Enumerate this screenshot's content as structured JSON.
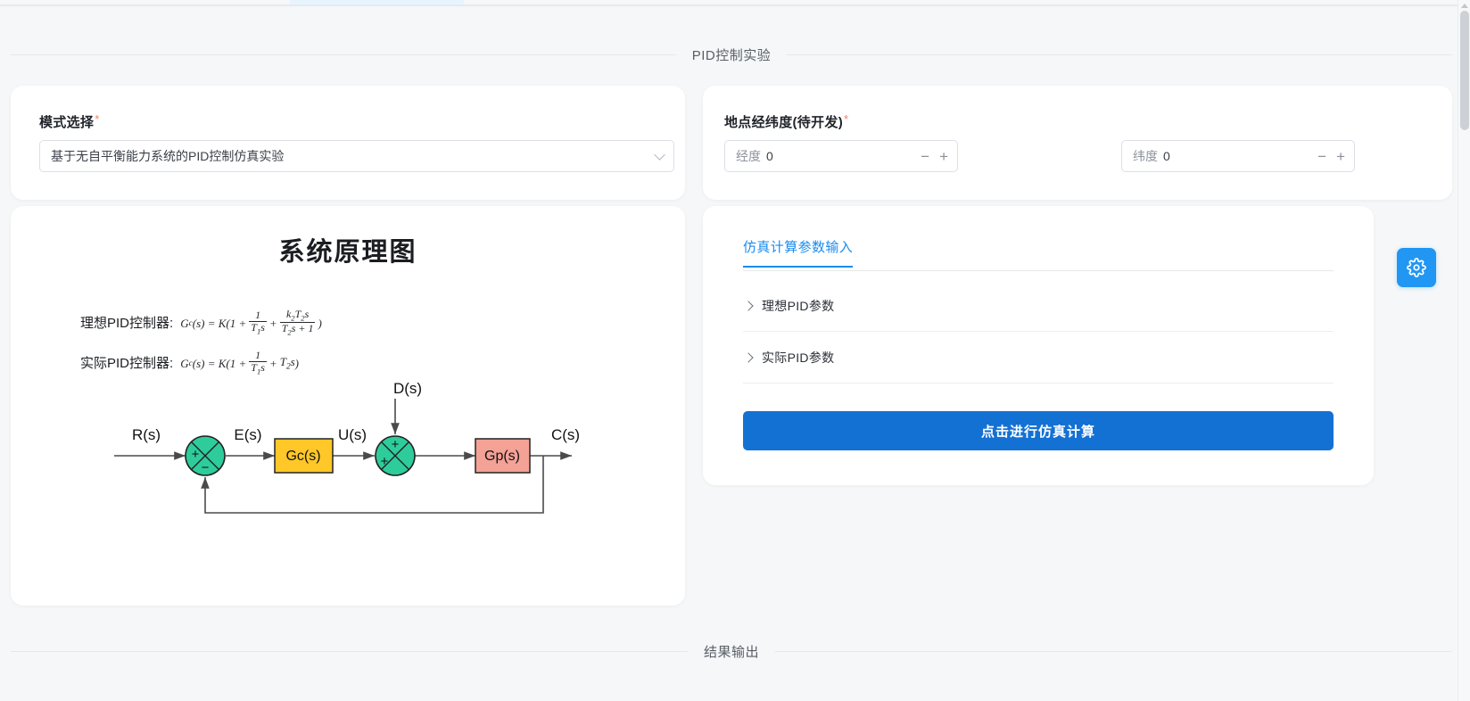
{
  "header": {
    "section_title": "PID控制实验",
    "result_divider": "结果输出"
  },
  "mode_card": {
    "label": "模式选择",
    "required_mark": "*",
    "select_value": "基于无自平衡能力系统的PID控制仿真实验",
    "chevron_icon": "chevron-down-icon"
  },
  "geo_card": {
    "label": "地点经纬度(待开发)",
    "required_mark": "*",
    "longitude": {
      "placeholder": "经度",
      "value": "0",
      "minus": "−",
      "plus": "+"
    },
    "latitude": {
      "placeholder": "纬度",
      "value": "0",
      "minus": "−",
      "plus": "+"
    }
  },
  "diagram_card": {
    "title": "系统原理图",
    "ideal_label": "理想PID控制器:",
    "real_label": "实际PID控制器:",
    "ideal_formula": {
      "lhs": "G",
      "lhs_sub": "c",
      "lhs_arg": "(s) = K(1 +",
      "t1": "T",
      "t1_sub": "1",
      "t1_s": "s",
      "one": "1",
      "plus": "+",
      "num_k": "k",
      "num_k_sub": "2",
      "num_T": "T",
      "num_T_sub": "2",
      "num_s": "s",
      "den_T": "T",
      "den_T_sub": "2",
      "den_s": "s + 1",
      "close": ")"
    },
    "real_formula": {
      "lhs": "G",
      "lhs_sub": "c",
      "lhs_arg": "(s) = K(1 +",
      "one": "1",
      "t1": "T",
      "t1_sub": "1",
      "t1_s": "s",
      "plus": "+",
      "t2": "T",
      "t2_sub": "2",
      "t2_s": "s",
      "close": ")"
    },
    "blocks": {
      "input_signal": "R(s)",
      "error_signal": "E(s)",
      "controller": "Gc(s)",
      "control_signal": "U(s)",
      "disturbance": "D(s)",
      "plant": "Gp(s)",
      "output_signal": "C(s)",
      "sum1_plus": "+",
      "sum1_minus": "-",
      "sum2_plus_top": "+",
      "sum2_plus_left": "+"
    },
    "colors": {
      "sum_circle": "#2ecc9b",
      "controller_block": "#ffc727",
      "plant_block": "#f4a196",
      "line": "#4a4a4a"
    }
  },
  "params_card": {
    "tab_label": "仿真计算参数输入",
    "collapse_items": [
      {
        "label": "理想PID参数",
        "arrow_icon": "chevron-right-icon"
      },
      {
        "label": "实际PID参数",
        "arrow_icon": "chevron-right-icon"
      }
    ],
    "submit_label": "点击进行仿真计算",
    "accent_color": "#1371d4"
  },
  "fab": {
    "icon": "gear-icon",
    "color": "#2196f3"
  }
}
